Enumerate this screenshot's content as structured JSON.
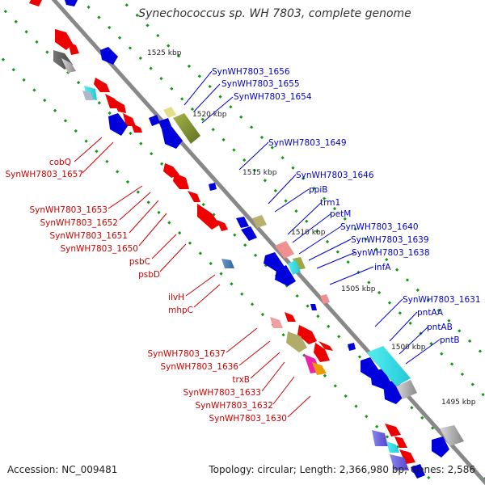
{
  "title": "Synechococcus sp. WH 7803, complete genome",
  "footer": {
    "accession": "Accession: NC_009481",
    "topology": "Topology: circular; Length: 2,366,980 bp; Genes: 2,586"
  },
  "scale_labels": [
    "1525 kbp",
    "1520 kbp",
    "1515 kbp",
    "1510 kbp",
    "1505 kbp",
    "1500 kbp",
    "1495 kbp"
  ],
  "forward_labels": [
    "SynWH7803_1656",
    "SynWH7803_1655",
    "SynWH7803_1654",
    "SynWH7803_1649",
    "SynWH7803_1646",
    "ppiB",
    "trm1",
    "petM",
    "SynWH7803_1640",
    "SynWH7803_1639",
    "SynWH7803_1638",
    "infA",
    "SynWH7803_1631",
    "pntAA",
    "pntAB",
    "pntB"
  ],
  "reverse_labels": [
    "cobQ",
    "SynWH7803_1657",
    "SynWH7803_1653",
    "SynWH7803_1652",
    "SynWH7803_1651",
    "SynWH7803_1650",
    "psbC",
    "psbD",
    "ilvH",
    "mhpC",
    "SynWH7803_1637",
    "SynWH7803_1636",
    "trxB",
    "SynWH7803_1633",
    "SynWH7803_1632",
    "SynWH7803_1630"
  ],
  "colors": {
    "forward_label": "#0000cc",
    "reverse_label": "#cc0000",
    "forward_gene": "#0000dd",
    "reverse_gene": "#ee0000",
    "backbone": "#888888",
    "gc_dots": "#119911"
  }
}
